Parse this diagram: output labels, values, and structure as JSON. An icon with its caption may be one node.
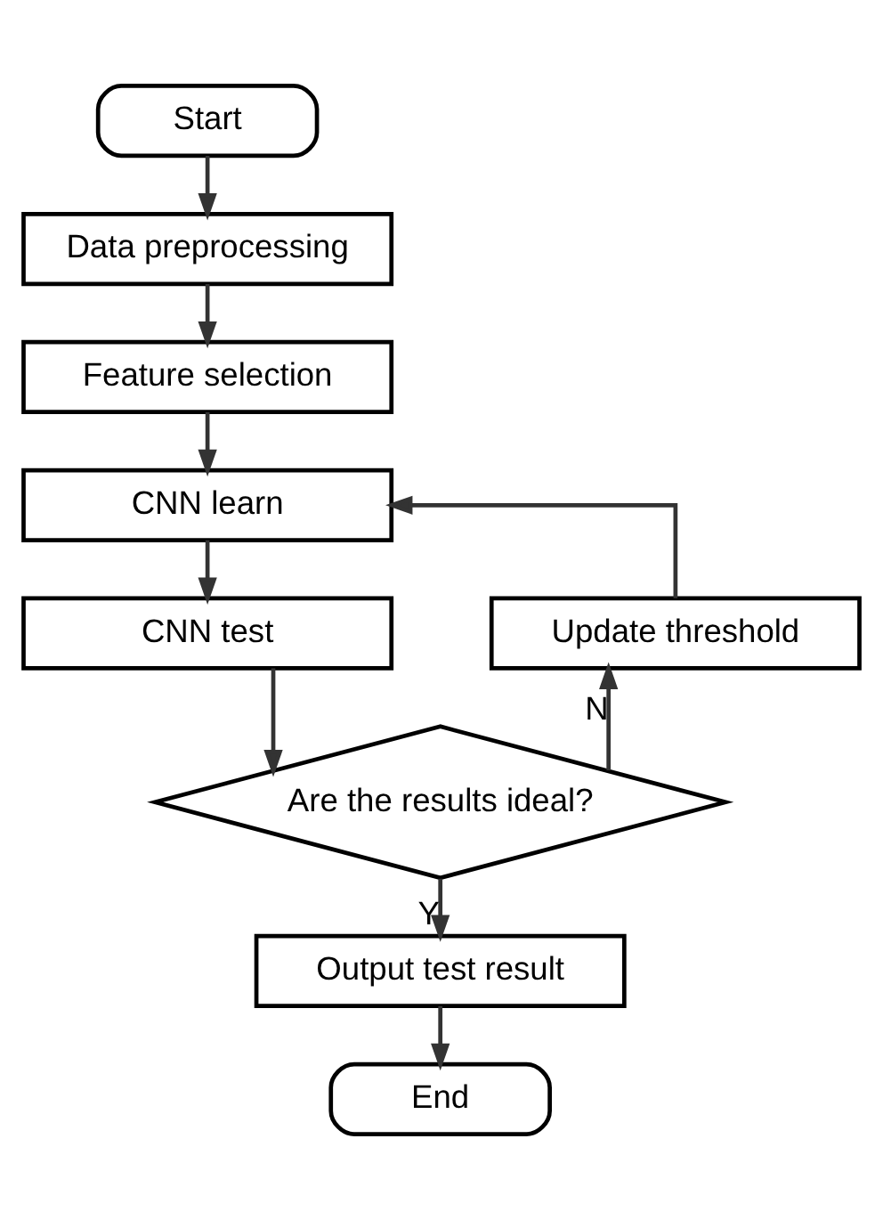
{
  "diagram": {
    "nodes": [
      {
        "text": [
          "Start"
        ]
      },
      {
        "text": [
          "Data preprocessing"
        ]
      },
      {
        "text": [
          "Feature selection"
        ]
      },
      {
        "text": [
          "CNN learn"
        ]
      },
      {
        "text": [
          "CNN test"
        ]
      },
      {
        "text": [
          "Are the results ideal?"
        ]
      },
      {
        "text": [
          "Update threshold"
        ]
      },
      {
        "text": [
          "Output test result"
        ]
      },
      {
        "text": [
          "End"
        ]
      }
    ],
    "edges": [
      {
        "from": 0,
        "to": 1,
        "arrow": "to"
      },
      {
        "from": 1,
        "to": 2,
        "arrow": "to"
      },
      {
        "from": 2,
        "to": 3,
        "arrow": "to"
      },
      {
        "from": 3,
        "to": 4,
        "arrow": "to"
      },
      {
        "from": 4,
        "to": 5,
        "arrow": "to"
      },
      {
        "from": 5,
        "to": 6,
        "arrow": "to",
        "label": "N"
      },
      {
        "from": 6,
        "to": 3,
        "arrow": "to"
      },
      {
        "from": 5,
        "to": 7,
        "arrow": "to",
        "label": "Y"
      },
      {
        "from": 7,
        "to": 8,
        "arrow": "to"
      }
    ]
  }
}
